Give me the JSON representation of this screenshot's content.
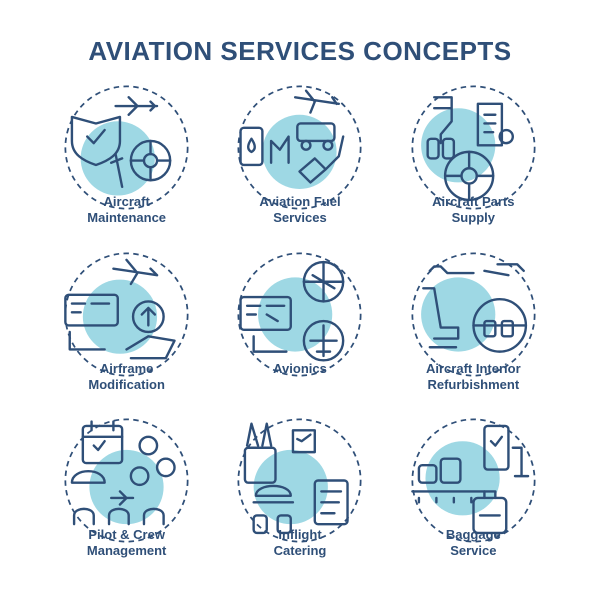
{
  "page": {
    "title": "AVIATION SERVICES CONCEPTS"
  },
  "colors": {
    "primary": "#2f4f78",
    "accent": "#9ed8e4",
    "background": "#ffffff"
  },
  "concepts": [
    {
      "line1": "Aircraft",
      "line2": "Maintenance",
      "icon": "aircraft-maintenance-icon"
    },
    {
      "line1": "Aviation Fuel",
      "line2": "Services",
      "icon": "aviation-fuel-icon"
    },
    {
      "line1": "Aircraft Parts",
      "line2": "Supply",
      "icon": "aircraft-parts-icon"
    },
    {
      "line1": "Airframe",
      "line2": "Modification",
      "icon": "airframe-modification-icon"
    },
    {
      "line1": "Avionics",
      "line2": "",
      "icon": "avionics-icon"
    },
    {
      "line1": "Aircraft Interior",
      "line2": "Refurbishment",
      "icon": "interior-refurbishment-icon"
    },
    {
      "line1": "Pilot & Crew",
      "line2": "Management",
      "icon": "crew-management-icon"
    },
    {
      "line1": "Inflight",
      "line2": "Catering",
      "icon": "inflight-catering-icon"
    },
    {
      "line1": "Baggage",
      "line2": "Service",
      "icon": "baggage-service-icon"
    }
  ]
}
